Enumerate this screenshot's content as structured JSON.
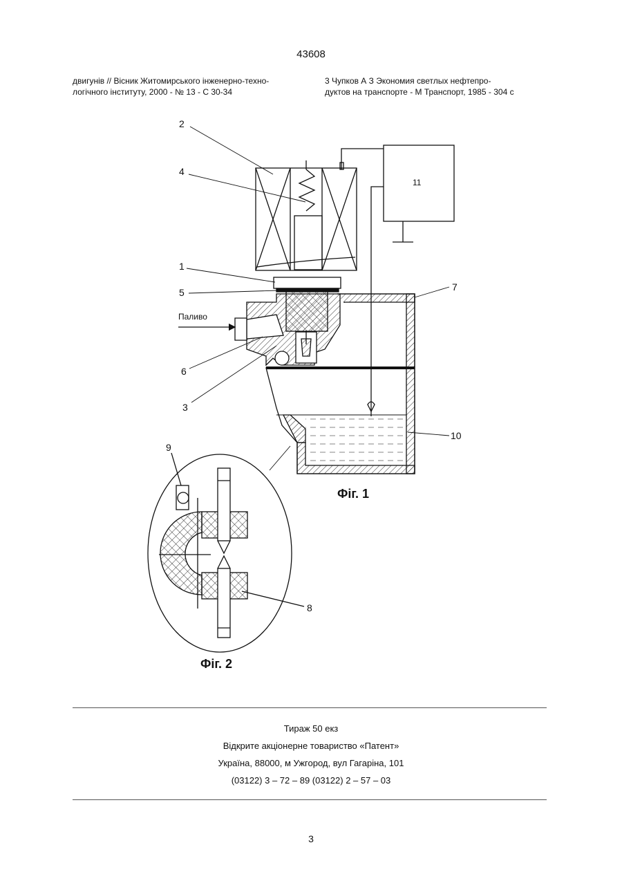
{
  "header": {
    "doc_number": "43608",
    "refs_left": [
      "двигунів // Вісник Житомирського інженерно-техно-",
      "логічного інституту, 2000 - № 13 - С 30-34"
    ],
    "refs_right": [
      "3 Чупков А З Экономия светлых нефтепро-",
      "дуктов на транспорте - М Транспорт, 1985 - 304 с"
    ]
  },
  "figure": {
    "callouts": {
      "c1": "1",
      "c2": "2",
      "c3": "3",
      "c4": "4",
      "c5": "5",
      "c6": "6",
      "c7": "7",
      "c8": "8",
      "c9": "9",
      "c10": "10",
      "c11": "11"
    },
    "fuel_label": "Паливо",
    "fig1_caption": "Фіг. 1",
    "fig2_caption": "Фіг. 2"
  },
  "imprint": {
    "line1": "Тираж 50 екз",
    "line2": "Відкрите акціонерне товариство «Патент»",
    "line3": "Україна, 88000, м Ужгород, вул Гагаріна, 101",
    "line4": "(03122) 3 – 72 – 89 (03122) 2 – 57 – 03"
  },
  "page_number": "3"
}
